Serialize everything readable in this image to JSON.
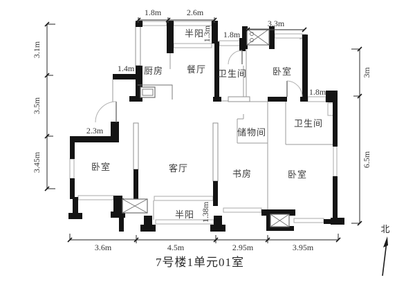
{
  "title": "7号楼1单元01室",
  "north": {
    "label": "北"
  },
  "colors": {
    "wall": "#141414",
    "window_line": "#a8a8a8",
    "thin_line": "#9a9a9a",
    "dim_line": "#4a4a4a",
    "text": "#3a3a3a",
    "background": "#ffffff"
  },
  "rooms": {
    "kitchen": {
      "label": "厨房"
    },
    "balcony_top": {
      "label": "半阳"
    },
    "dining": {
      "label": "餐厅"
    },
    "bath_top": {
      "label": "卫生间"
    },
    "bedroom_ne": {
      "label": "卧室"
    },
    "storage": {
      "label": "储物间"
    },
    "bath_east": {
      "label": "卫生间"
    },
    "bedroom_west": {
      "label": "卧室"
    },
    "living": {
      "label": "客厅"
    },
    "study": {
      "label": "书房"
    },
    "bedroom_se": {
      "label": "卧室"
    },
    "balcony_bottom": {
      "label": "半阳"
    }
  },
  "dimensions": {
    "top_kitchen_window": "1.8m",
    "top_balcony_width": "2.6m",
    "balcony_height": "1.3m",
    "bath_top_window": "1.8m",
    "bay_width": "3.3m",
    "inner_wall_kitchen": "1.4m",
    "inner_wall_bedroom": "2.3m",
    "balcony_bottom_depth": "1.38m",
    "bath_east_window": "1.8m",
    "left_1": "3.1m",
    "left_2": "3.5m",
    "left_3": "3.45m",
    "right_1": "3m",
    "right_2": "6.5m",
    "bottom_1": "3.6m",
    "bottom_2": "4.5m",
    "bottom_3": "2.95m",
    "bottom_4": "3.95m"
  }
}
